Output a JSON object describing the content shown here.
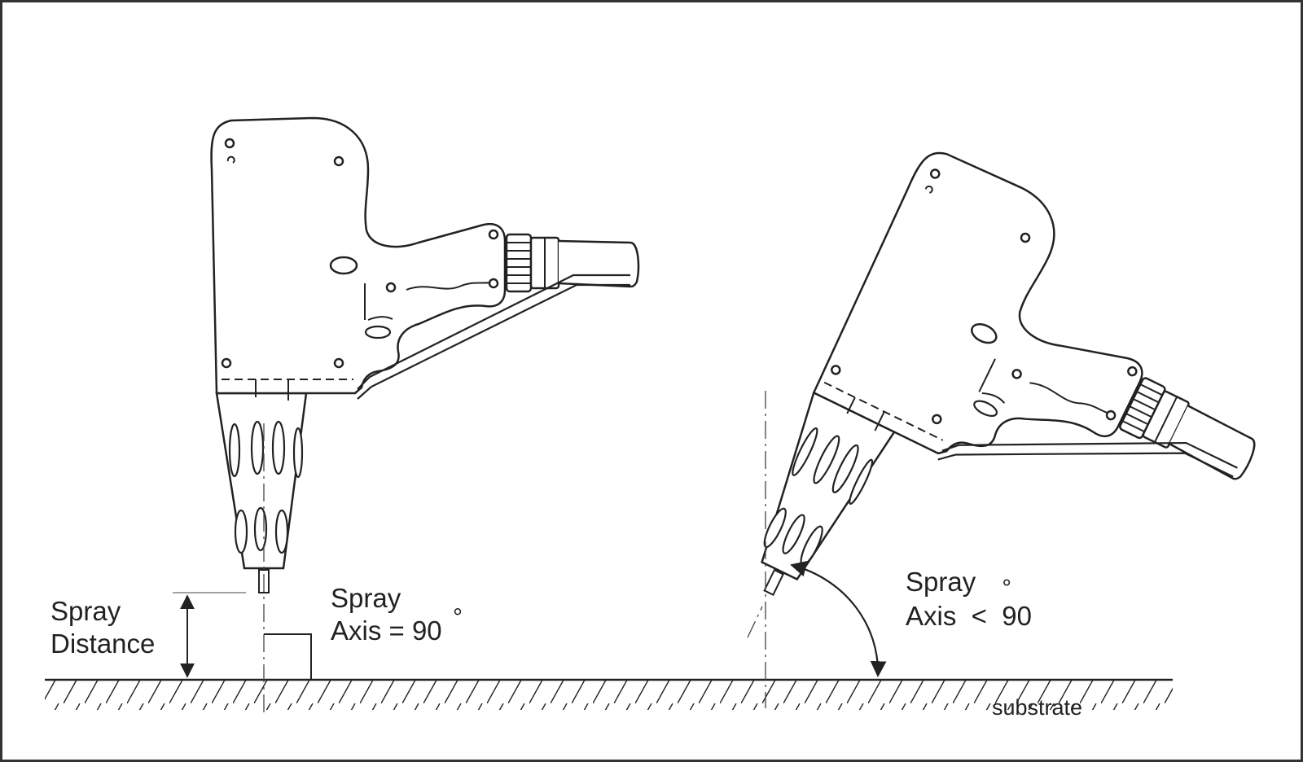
{
  "diagram": {
    "left_label": {
      "line1": "Spray",
      "line2": "Distance"
    },
    "center_label": {
      "line1": "Spray",
      "line2": "Axis = 90",
      "degree": "°"
    },
    "right_label": {
      "line1": "Spray",
      "degree": "∘",
      "line2": "Axis  <  90"
    },
    "substrate_label": "substrate",
    "colors": {
      "line": "#222222",
      "frame": "#333333",
      "background": "#ffffff"
    },
    "icons": [
      "spray-gun-vertical-icon",
      "spray-gun-tilted-icon",
      "angle-arc-icon",
      "dimension-arrow-icon"
    ]
  }
}
